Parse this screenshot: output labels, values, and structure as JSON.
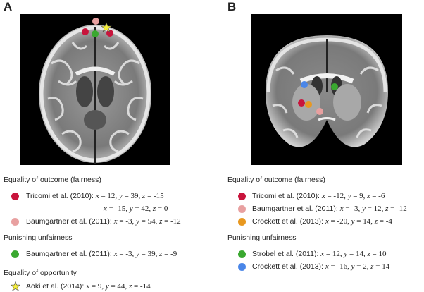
{
  "panels": [
    {
      "letter": "A",
      "sections": [
        {
          "title": "Equality of outcome (fairness)",
          "entries": [
            {
              "study": "Tricomi et al. (2010):",
              "coords": "x = 12, y = 39, z = -15",
              "color": "#c8143c"
            },
            {
              "study": "",
              "coords": "x = -15, y = 42, z = 0",
              "color": ""
            },
            {
              "study": "Baumgartner et al. (2011):",
              "coords": "x = -3, y = 54, z = -12",
              "color": "#e8a0a0"
            }
          ]
        },
        {
          "title": "Punishing unfairness",
          "entries": [
            {
              "study": "Baumgartner et al. (2011):",
              "coords": "x = -3, y = 39, z = -9",
              "color": "#3aa830"
            }
          ]
        },
        {
          "title": "Equality of opportunity",
          "entries": [
            {
              "study": "Aoki et al. (2014):",
              "coords": "x = 9, y = 44, z = -14",
              "color": "#f5ee3a",
              "marker": "star"
            }
          ]
        }
      ]
    },
    {
      "letter": "B",
      "sections": [
        {
          "title": "Equality of outcome (fairness)",
          "entries": [
            {
              "study": "Tricomi et al. (2010):",
              "coords": "x = -12, y = 9, z = -6",
              "color": "#c8143c"
            },
            {
              "study": "Baumgartner et al. (2011):",
              "coords": "x = -3, y = 12, z = -12",
              "color": "#e8a0a0"
            },
            {
              "study": "Crockett et al. (2013):",
              "coords": "x = -20, y = 14, z = -4",
              "color": "#e89820"
            }
          ]
        },
        {
          "title": "Punishing unfairness",
          "entries": [
            {
              "study": "Strobel et al. (2011):",
              "coords": "x = 12, y = 14, z = 10",
              "color": "#3aa830"
            },
            {
              "study": "Crockett et al. (2013):",
              "coords": "x = -16, y = 2, z = 14",
              "color": "#4a86e8"
            }
          ]
        }
      ]
    }
  ]
}
